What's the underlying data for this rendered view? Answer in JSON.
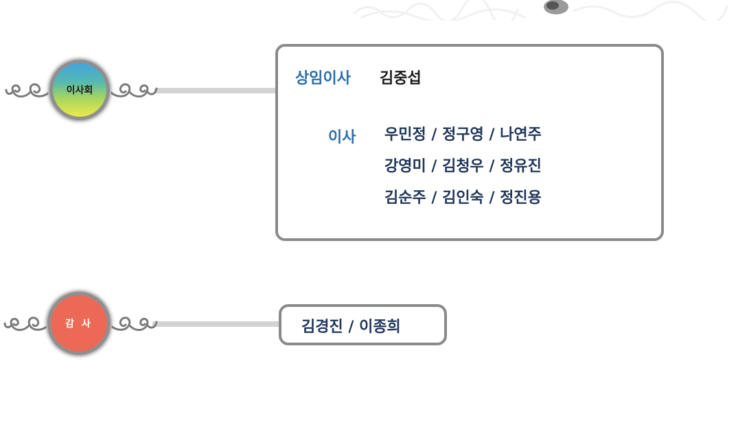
{
  "board": {
    "badge_label": "이사회",
    "standing_director_role": "상임이사",
    "standing_director_name": "김중섭",
    "director_role": "이사",
    "director_lines": [
      "우민정 / 정구영 / 나연주",
      "강영미 / 김청우 / 정유진",
      "김순주 / 김인숙 / 정진용"
    ]
  },
  "audit": {
    "badge_label": "감 사",
    "names": "김경진 /  이종희"
  },
  "colors": {
    "role_blue": "#2d6ea8",
    "name_navy": "#1f3559",
    "audit_badge": "#ec6a55",
    "box_border": "#8a8a8a",
    "connector": "#d3d3d3"
  },
  "icons": {
    "scroll_ornament": "scroll-ornament-icon",
    "brush_decoration": "brush-decoration-icon"
  }
}
